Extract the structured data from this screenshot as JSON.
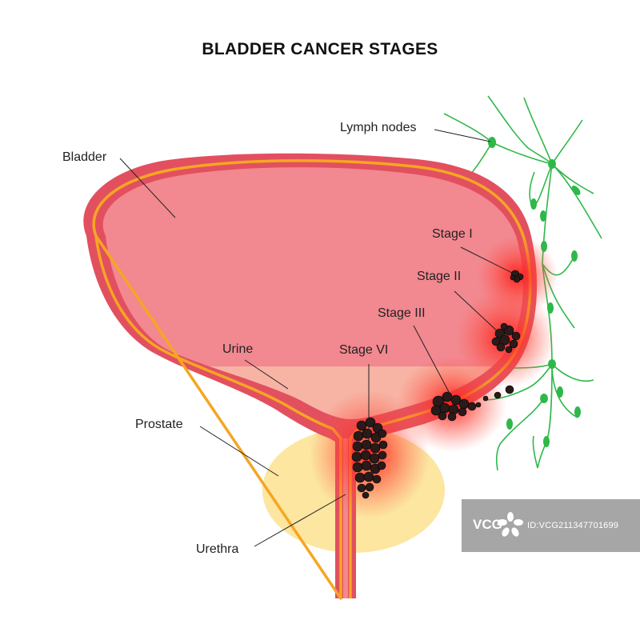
{
  "title": "BLADDER CANCER STAGES",
  "labels": {
    "lymph_nodes": "Lymph nodes",
    "bladder": "Bladder",
    "stage_1": "Stage I",
    "stage_2": "Stage II",
    "stage_3": "Stage III",
    "stage_6": "Stage VI",
    "urine": "Urine",
    "prostate": "Prostate",
    "urethra": "Urethra"
  },
  "watermark": {
    "logo": "VCG",
    "id": "ID:VCG211347701699"
  },
  "colors": {
    "bladder_wall": "#e2505f",
    "bladder_lining": "#f5a623",
    "bladder_interior": "#f28890",
    "urine": "#f7b3a3",
    "prostate": "#fce6a0",
    "tumor": "#2a1a1a",
    "lymph": "#2fb84a"
  }
}
